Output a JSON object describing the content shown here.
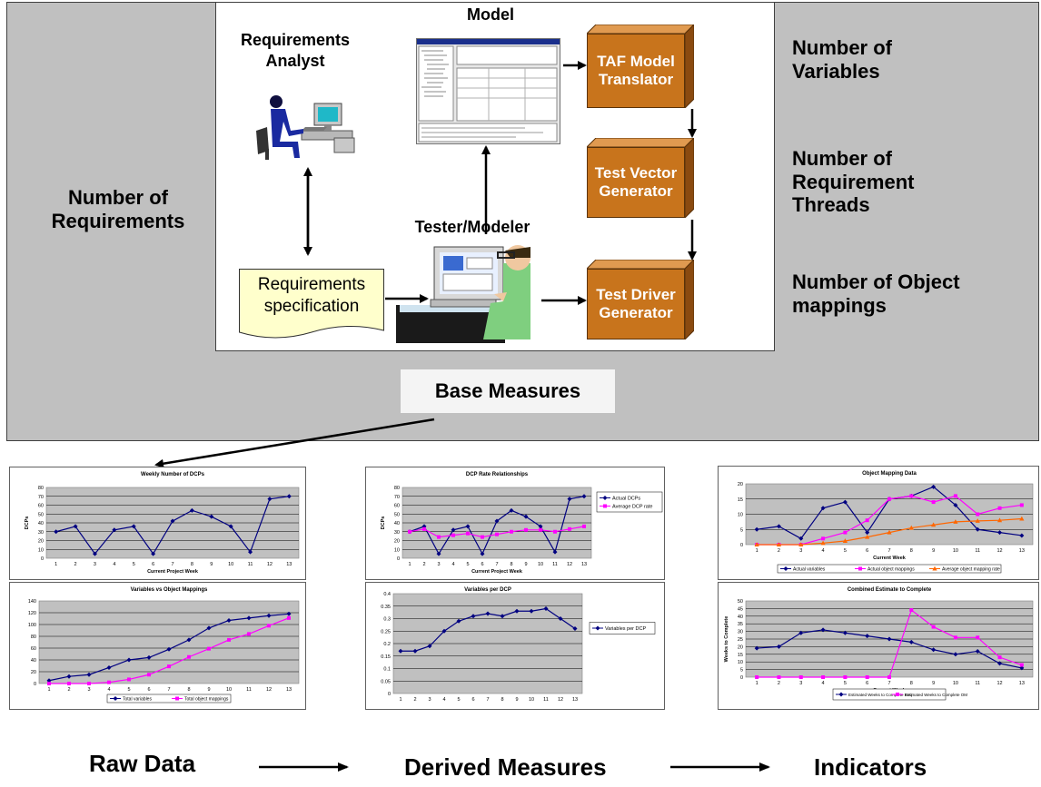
{
  "top": {
    "left_measure": "Number of Requirements",
    "right_measures": [
      "Number of Variables",
      "Number of Requirement Threads",
      "Number of Object mappings"
    ],
    "model_label": "Model",
    "analyst_label": "Requirements Analyst",
    "tester_label": "Tester/Modeler",
    "spec_label": "Requirements specification",
    "boxes": [
      "TAF Model Translator",
      "Test Vector Generator",
      "Test Driver Generator"
    ],
    "base_measures": "Base Measures"
  },
  "bottom": {
    "stages": [
      "Raw Data",
      "Derived Measures",
      "Indicators"
    ]
  },
  "colors": {
    "panel_gray": "#c0c0c0",
    "box_orange": "#c8741c",
    "series_blue": "#000080",
    "series_magenta": "#ff00ff",
    "series_orange": "#ff6600",
    "plot_gray": "#c0c0c0"
  },
  "chart_data": [
    {
      "type": "line",
      "title": "Weekly Number of DCPs",
      "xlabel": "Current Project Week",
      "ylabel": "DCPs",
      "categories": [
        "1",
        "2",
        "3",
        "4",
        "5",
        "6",
        "7",
        "8",
        "9",
        "10",
        "11",
        "12",
        "13"
      ],
      "ylim": [
        0,
        80
      ],
      "yticks": [
        "0",
        "10",
        "20",
        "30",
        "40",
        "50",
        "60",
        "70",
        "80"
      ],
      "series": [
        {
          "name": "",
          "values": [
            30,
            36,
            5,
            32,
            36,
            5,
            42,
            54,
            47,
            36,
            7,
            67,
            70
          ]
        }
      ]
    },
    {
      "type": "line",
      "title": "Variables vs Object Mappings",
      "xlabel": "",
      "ylabel": "",
      "categories": [
        "1",
        "2",
        "3",
        "4",
        "5",
        "6",
        "7",
        "8",
        "9",
        "10",
        "11",
        "12",
        "13"
      ],
      "ylim": [
        0,
        140
      ],
      "yticks": [
        "0",
        "20",
        "40",
        "60",
        "80",
        "100",
        "120",
        "140"
      ],
      "legend": "bottom",
      "series": [
        {
          "name": "Total variables",
          "values": [
            5,
            12,
            15,
            27,
            40,
            44,
            58,
            74,
            94,
            107,
            111,
            115,
            118
          ]
        },
        {
          "name": "Total object mappings",
          "values": [
            0,
            0,
            0,
            2,
            7,
            15,
            29,
            45,
            59,
            74,
            84,
            98,
            111
          ]
        }
      ]
    },
    {
      "type": "line",
      "title": "DCP Rate Relationships",
      "xlabel": "Current Project Week",
      "ylabel": "DCPs",
      "categories": [
        "1",
        "2",
        "3",
        "4",
        "5",
        "6",
        "7",
        "8",
        "9",
        "10",
        "11",
        "12",
        "13"
      ],
      "ylim": [
        0,
        80
      ],
      "yticks": [
        "0",
        "10",
        "20",
        "30",
        "40",
        "50",
        "60",
        "70",
        "80"
      ],
      "legend": "right",
      "series": [
        {
          "name": "Actual DCPs",
          "values": [
            30,
            36,
            5,
            32,
            36,
            5,
            42,
            54,
            47,
            36,
            7,
            67,
            70
          ]
        },
        {
          "name": "Average DCP rate",
          "values": [
            30,
            33,
            24,
            26,
            28,
            24,
            27,
            30,
            32,
            32,
            30,
            33,
            36
          ]
        }
      ]
    },
    {
      "type": "line",
      "title": "Variables per DCP",
      "xlabel": "",
      "ylabel": "",
      "categories": [
        "1",
        "2",
        "3",
        "4",
        "5",
        "6",
        "7",
        "8",
        "9",
        "10",
        "11",
        "12",
        "13"
      ],
      "ylim": [
        0,
        0.4
      ],
      "yticks": [
        "0",
        "0.05",
        "0.1",
        "0.15",
        "0.2",
        "0.25",
        "0.3",
        "0.35",
        "0.4"
      ],
      "legend": "right",
      "series": [
        {
          "name": "Variables per DCP",
          "values": [
            0.17,
            0.17,
            0.19,
            0.25,
            0.29,
            0.31,
            0.32,
            0.31,
            0.33,
            0.33,
            0.34,
            0.3,
            0.26
          ]
        }
      ]
    },
    {
      "type": "line",
      "title": "Object Mapping Data",
      "xlabel": "Current Week",
      "ylabel": "",
      "categories": [
        "1",
        "2",
        "3",
        "4",
        "5",
        "6",
        "7",
        "8",
        "9",
        "10",
        "11",
        "12",
        "13"
      ],
      "ylim": [
        0,
        20
      ],
      "yticks": [
        "0",
        "5",
        "10",
        "15",
        "20"
      ],
      "legend": "bottom",
      "series": [
        {
          "name": "Actual variables",
          "values": [
            5,
            6,
            2,
            12,
            14,
            4,
            15,
            16,
            19,
            13,
            5,
            4,
            3
          ]
        },
        {
          "name": "Actual object mappings",
          "values": [
            0,
            0,
            0,
            2,
            4,
            8,
            15,
            16,
            14,
            16,
            10,
            12,
            13
          ]
        },
        {
          "name": "Average object mapping rate",
          "values": [
            0,
            0,
            0,
            0.5,
            1.2,
            2.5,
            4,
            5.5,
            6.5,
            7.5,
            7.8,
            8,
            8.5
          ]
        }
      ]
    },
    {
      "type": "line",
      "title": "Combined Estimate to Complete",
      "xlabel": "Current Week",
      "ylabel": "Weeks to Complete",
      "categories": [
        "1",
        "2",
        "3",
        "4",
        "5",
        "6",
        "7",
        "8",
        "9",
        "10",
        "11",
        "12",
        "13"
      ],
      "ylim": [
        0,
        50
      ],
      "yticks": [
        "0",
        "5",
        "10",
        "15",
        "20",
        "25",
        "30",
        "35",
        "40",
        "45",
        "50"
      ],
      "legend": "bottom",
      "series": [
        {
          "name": "Estimated Weeks to Complete Req",
          "values": [
            19,
            20,
            29,
            31,
            29,
            27,
            25,
            23,
            18,
            15,
            17,
            9,
            6
          ]
        },
        {
          "name": "Estimated Weeks to Complete OM",
          "values": [
            0,
            0,
            0,
            0,
            0,
            0,
            0,
            44,
            33,
            26,
            26,
            13,
            8
          ]
        }
      ]
    }
  ]
}
